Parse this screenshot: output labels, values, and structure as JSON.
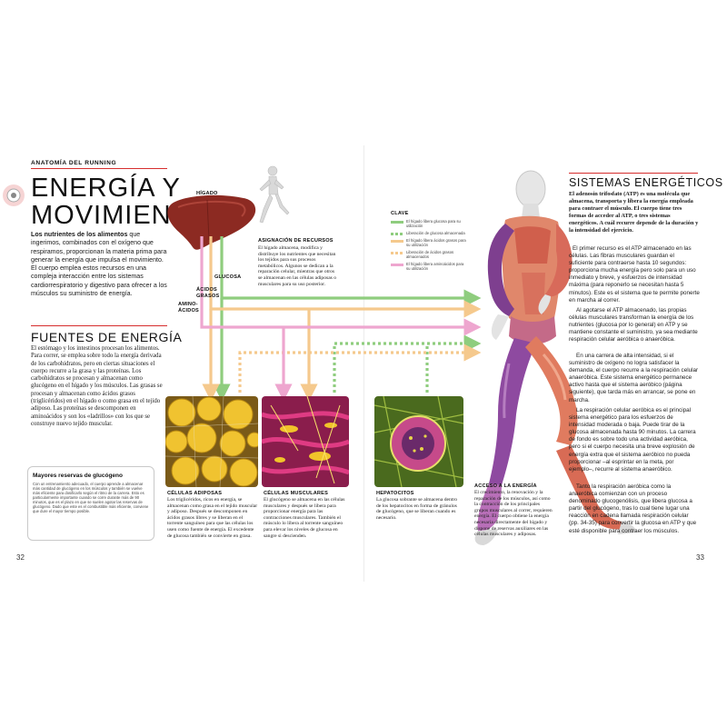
{
  "section_label": "ANATOMÍA DEL RUNNING",
  "title_line1": "ENERGÍA Y",
  "title_line2": "MOVIMIENTO",
  "intro": {
    "bold": "Los nutrientes de los alimentos",
    "rest": " que ingerimos, combinados con el oxígeno que respiramos, proporcionan la materia prima para generar la energía que impulsa el movimiento. El cuerpo emplea estos recursos en una compleja interacción entre los sistemas cardiorrespiratorio y digestivo para ofrecer a los músculos su suministro de energía."
  },
  "fuentes": {
    "heading": "FUENTES DE ENERGÍA",
    "text": "El estómago y los intestinos procesan los alimentos. Para correr, se emplea sobre todo la energía derivada de los carbohidratos, pero en ciertas situaciones el cuerpo recurre a la grasa y las proteínas. Los carbohidratos se procesan y almacenan como glucógeno en el hígado y los músculos. Las grasas se procesan y almacenan como ácidos grasos (triglicéridos) en el hígado o como grasa en el tejido adiposo. Las proteínas se descomponen en aminoácidos y son los «ladrillos» con los que se construye nuevo tejido muscular."
  },
  "reserves_box": {
    "title": "Mayores reservas de glucógeno",
    "text": "Con un entrenamiento adecuado, el cuerpo aprende a almacenar más cantidad de glucógeno en los músculos y también se vuelve más eficiente para dosificarlo según el ritmo de la carrera. Esto es particularmente importante cuando se corre durante más de 90 minutos, que es el plazo en que se suelen agotar las reservas de glucógeno. Dado que este es el combustible más eficiente, conviene que dure el mayor tiempo posible."
  },
  "page_left": "32",
  "page_right": "33",
  "diagram": {
    "liver_label": "HÍGADO",
    "glucose_label": "GLUCOSA",
    "fatty_label_1": "ÁCIDOS",
    "fatty_label_2": "GRASOS",
    "amino_label_1": "AMINO-",
    "amino_label_2": "ÁCIDOS",
    "asignacion": {
      "title": "ASIGNACIÓN DE RECURSOS",
      "text": "El hígado almacena, modifica y distribuye los nutrientes que necesitan los tejidos para sus procesos metabólicos. Algunos se dedican a la reparación celular, mientras que otros se almacenan en las células adiposas o musculares para su uso posterior."
    },
    "key": {
      "title": "CLAVE",
      "items": [
        {
          "text": "El hígado libera glucosa para su utilización",
          "color": "#8fcd7e"
        },
        {
          "text": "Liberación de glucosa almacenada",
          "color": "#8fcd7e"
        },
        {
          "text": "El hígado libera ácidos grasos para su utilización",
          "color": "#f5c98d"
        },
        {
          "text": "Liberación de ácidos grasos almacenados",
          "color": "#f5c98d"
        },
        {
          "text": "El hígado libera aminoácidos para su utilización",
          "color": "#eea6cf"
        }
      ]
    },
    "cells": [
      {
        "label": "CÉLULAS ADIPOSAS",
        "text": "Los triglicéridos, ricos en energía, se almacenan como grasa en el tejido muscular y adiposo. Después se descomponen en ácidos grasos libres y se liberan en el torrente sanguíneo para que las células los usen como fuente de energía. El excedente de glucosa también se convierte en grasa."
      },
      {
        "label": "CÉLULAS MUSCULARES",
        "text": "El glucógeno se almacena en las células musculares y después se libera para proporcionar energía para las contracciones musculares. También el músculo lo libera al torrente sanguíneo para elevar los niveles de glucosa en sangre si descienden."
      },
      {
        "label": "HEPATOCITOS",
        "text": "La glucosa sobrante se almacena dentro de los hepatocitos en forma de gránulos de glucógeno, que se liberan cuando es necesario."
      }
    ],
    "acceso": {
      "title": "ACCESO A LA ENERGÍA",
      "text": "El crecimiento, la renovación y la reparación de los músculos, así como la contracción de los principales grupos musculares al correr, requieren energía. El cuerpo obtiene la energía necesaria directamente del hígado y dispone de reservas auxiliares en las células musculares y adiposas."
    }
  },
  "sistemas": {
    "heading": "SISTEMAS ENERGÉTICOS",
    "lead": "El adenosín trifosfato (ATP) es una molécula que almacena, transporta y libera la energía empleada para contraer el músculo. El cuerpo tiene tres formas de acceder al ATP, o tres sistemas energéticos. A cuál recurre depende de la duración y la intensidad del ejercicio.",
    "p1": "El primer recurso es el ATP almacenado en las células. Las fibras musculares guardan el suficiente para contraerse hasta 10 segundos: proporciona mucha energía pero solo para un uso inmediato y breve, y esfuerzos de intensidad máxima (para reponerlo se necesitan hasta 5 minutos). Este es el sistema que te permite ponerte en marcha al correr.",
    "p2": "Al agotarse el ATP almacenado, las propias células musculares transforman la energía de los nutrientes (glucosa por lo general) en ATP y se mantiene constante el suministro, ya sea mediante respiración celular aeróbica o anaeróbica.",
    "p3": "En una carrera de alta intensidad, si el suministro de oxígeno no logra satisfacer la demanda, el cuerpo recurre a la respiración celular anaeróbica. Este sistema energético permanece activo hasta que el sistema aeróbico (página siguiente), que tarda más en arrancar, se pone en marcha.",
    "p4": "La respiración celular aeróbica es el principal sistema energético para los esfuerzos de intensidad moderada o baja. Puede tirar de la glucosa almacenada hasta 90 minutos. La carrera de fondo es sobre todo una actividad aeróbica, pero si el cuerpo necesita una breve explosión de energía extra que el sistema aeróbico no pueda proporcionar –al esprintar en la meta, por ejemplo–, recurre al sistema anaeróbico.",
    "p5": "Tanto la respiración aeróbica como la anaeróbica comienzan con un proceso denominado glucogenólisis, que libera glucosa a partir del glucógeno, tras lo cual tiene lugar una reacción en cadena llamada respiración celular (pp. 34-35) para convertir la glucosa en ATP y que esté disponible para contraer los músculos."
  }
}
